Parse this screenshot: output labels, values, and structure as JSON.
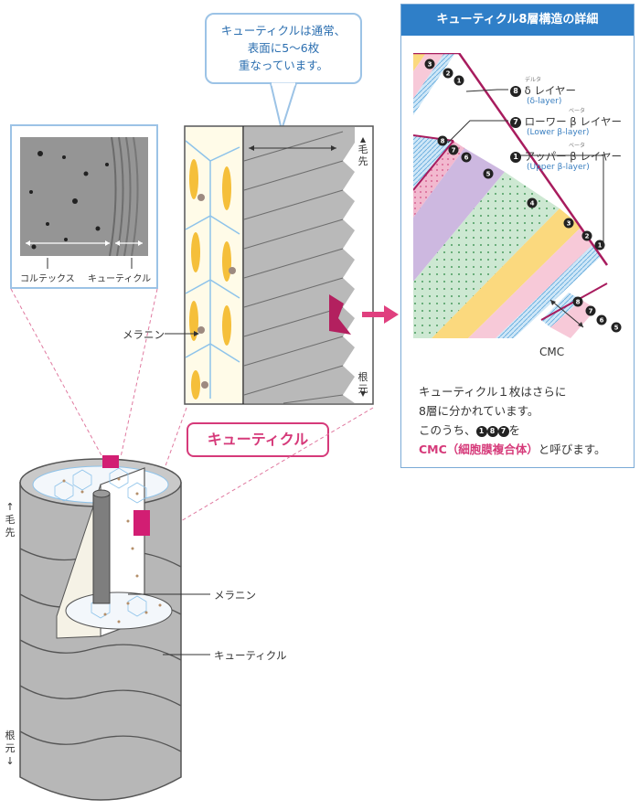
{
  "callout": {
    "lines": [
      "キューティクルは通常、",
      "表面に5～6枚",
      "重なっています。"
    ]
  },
  "micrograph": {
    "label_cortex": "コルテックス",
    "label_cuticle": "キューティクル"
  },
  "cross_section": {
    "label_melanin": "メラニン",
    "label_tip_1": "毛",
    "label_tip_2": "先",
    "label_root_1": "根",
    "label_root_2": "元",
    "badge": "キューティクル"
  },
  "hair_3d": {
    "label_melanin": "メラニン",
    "label_cuticle": "キューティクル",
    "label_tip_1": "毛",
    "label_tip_2": "先",
    "arrow_up": "↑",
    "label_root_1": "根",
    "label_root_2": "元",
    "arrow_down": "↓"
  },
  "panel": {
    "title": "キューティクル8層構造の詳細",
    "layers": [
      {
        "number": "8",
        "ruby": "デルタ",
        "name": "δ レイヤー",
        "sub": "(δ-layer)"
      },
      {
        "number": "7",
        "ruby": "ベータ",
        "name": "ローワー β レイヤー",
        "sub": "(Lower β-layer)"
      },
      {
        "number": "1",
        "ruby": "ベータ",
        "name": "アッパー β レイヤー",
        "sub": "(Upper β-layer)"
      }
    ],
    "cmc_label": "CMC",
    "description": {
      "line1": "キューティクル１枚はさらに",
      "line2": "8層に分かれています。",
      "line3_pre": "このうち、",
      "line3_badges": [
        "1",
        "8",
        "7"
      ],
      "line3_post": "を",
      "line4_pink": "CMC（細胞膜複合体）",
      "line4_post": "と呼びます。"
    },
    "diagram_numbers": [
      "3",
      "2",
      "1",
      "8",
      "7",
      "6",
      "5",
      "4",
      "3",
      "2",
      "1",
      "8",
      "7",
      "6",
      "5"
    ]
  },
  "colors": {
    "accent_blue": "#2f7fc8",
    "accent_pink": "#d63a7a",
    "cuticle_gray": "#b9b9b9"
  }
}
